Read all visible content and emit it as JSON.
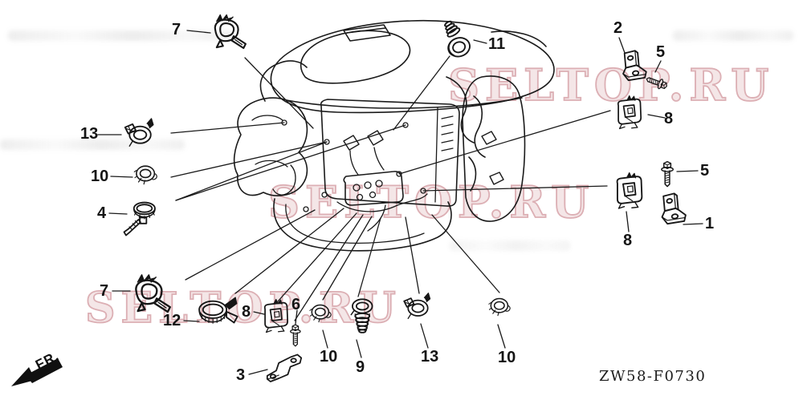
{
  "diagram": {
    "code": "ZW58-F0730",
    "front_indicator": "FR.",
    "watermark_color": "#dcafb4",
    "watermarks": [
      {
        "text": "SELTOP.RU"
      },
      {
        "text": "SELTOP.RU"
      },
      {
        "text": "SELTOP.RU"
      }
    ],
    "callouts": [
      {
        "label": "7"
      },
      {
        "label": "11"
      },
      {
        "label": "2"
      },
      {
        "label": "5"
      },
      {
        "label": "8"
      },
      {
        "label": "13"
      },
      {
        "label": "10"
      },
      {
        "label": "4"
      },
      {
        "label": "5"
      },
      {
        "label": "1"
      },
      {
        "label": "8"
      },
      {
        "label": "7"
      },
      {
        "label": "12"
      },
      {
        "label": "8"
      },
      {
        "label": "6"
      },
      {
        "label": "10"
      },
      {
        "label": "9"
      },
      {
        "label": "13"
      },
      {
        "label": "10"
      },
      {
        "label": "3"
      }
    ]
  }
}
